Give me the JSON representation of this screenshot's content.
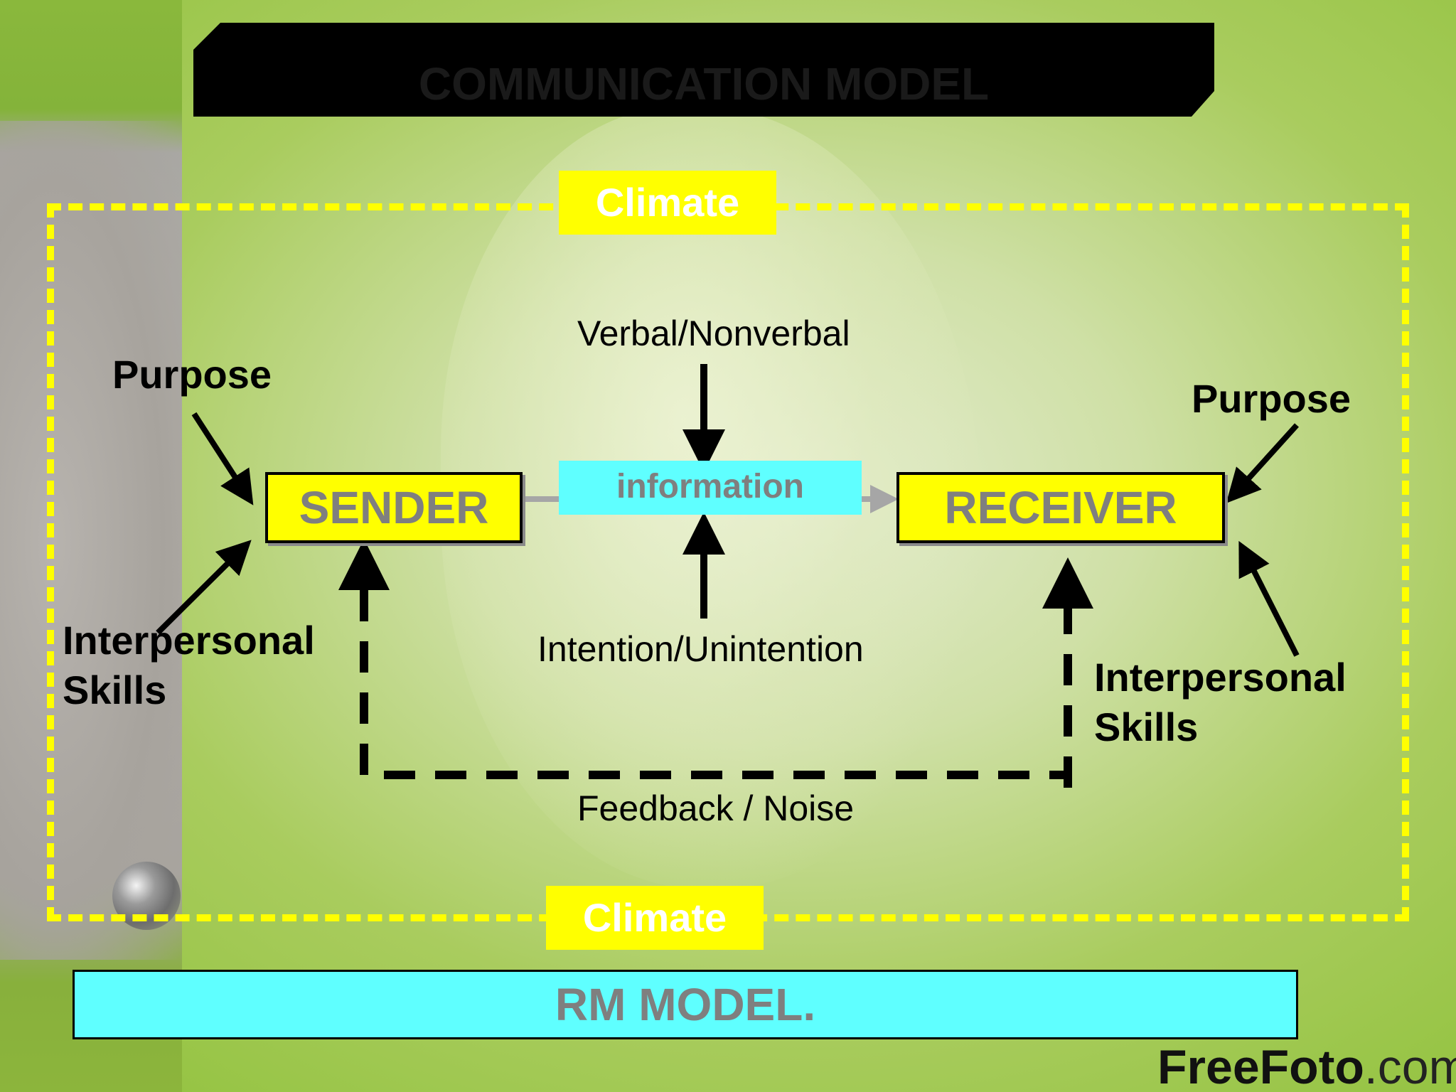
{
  "slide": {
    "title": "COMMUNICATION MODEL",
    "climate_top": "Climate",
    "climate_bottom": "Climate",
    "sender": "SENDER",
    "receiver": "RECEIVER",
    "message": "information",
    "purpose_left": "Purpose",
    "purpose_right": "Purpose",
    "skills_left_line1": "Interpersonal",
    "skills_left_line2": "Skills",
    "skills_right_line1": "Interpersonal",
    "skills_right_line2": "Skills",
    "verbal": "Verbal/Nonverbal",
    "intention": "Intention/Unintention",
    "feedback": "Feedback / Noise",
    "footer": "RM MODEL.",
    "watermark_bold": "FreeFoto",
    "watermark_suffix": ".com"
  },
  "colors": {
    "accent_yellow": "#ffff00",
    "accent_cyan": "#5fffff",
    "title_bar": "#000000",
    "node_text": "#7f7f7f",
    "flow_arrow": "#a6a6a6"
  }
}
